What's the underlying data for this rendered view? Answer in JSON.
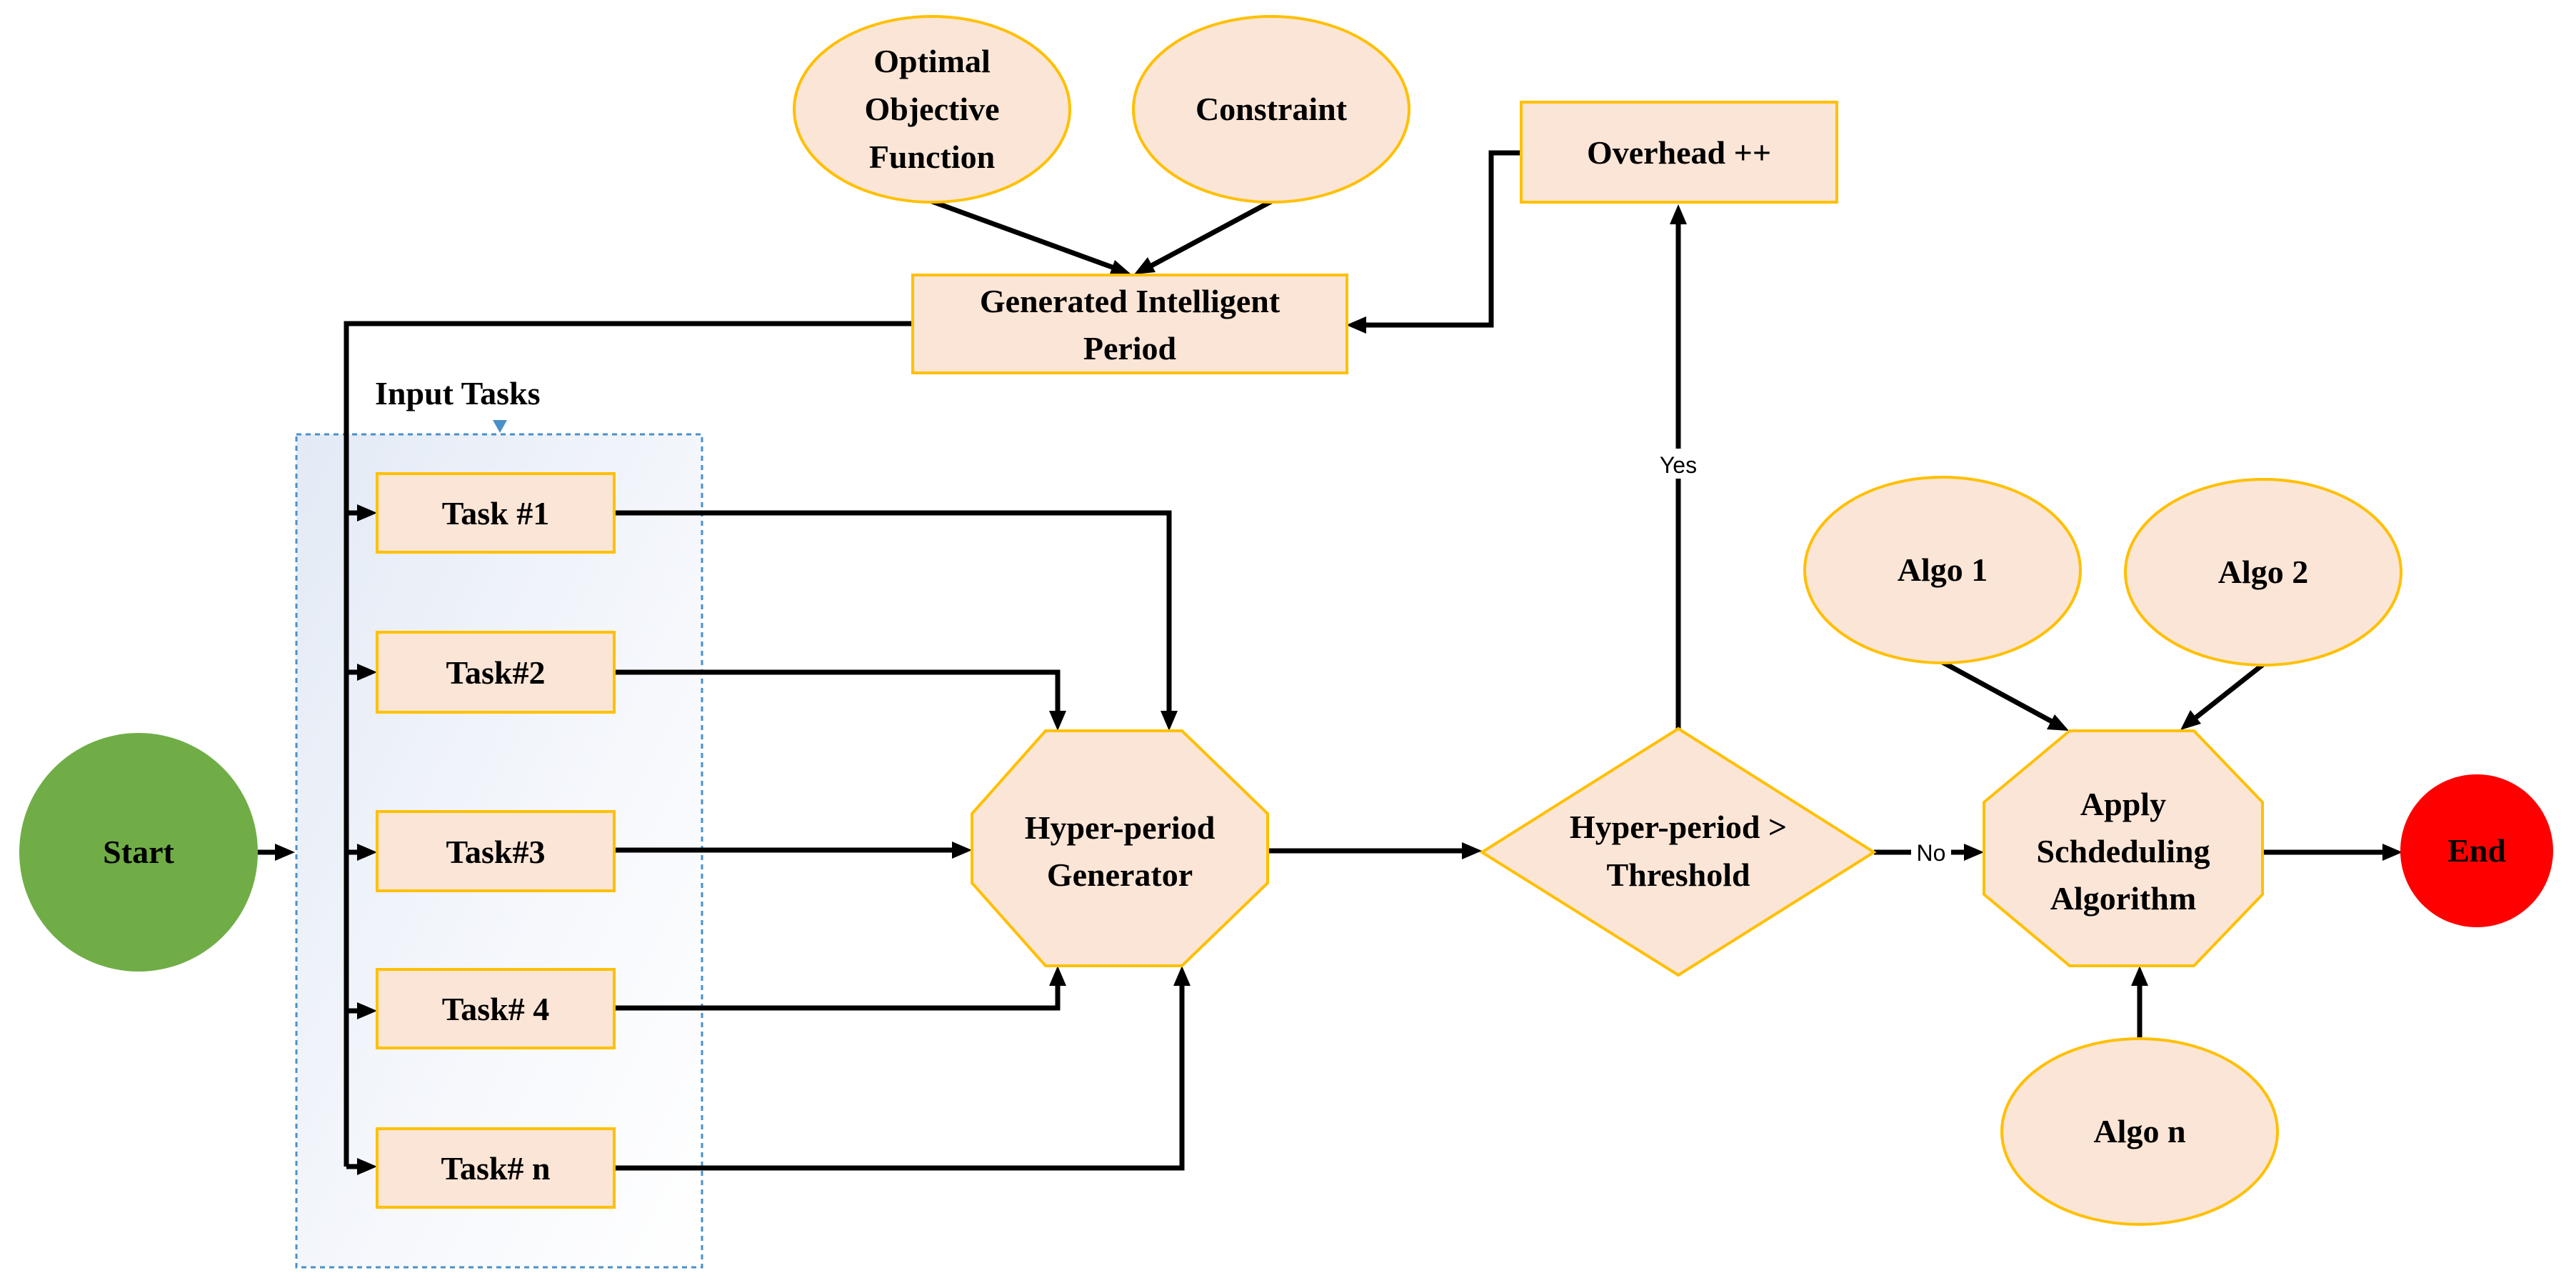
{
  "diagram": {
    "nodes": {
      "start": "Start",
      "end": "End",
      "optimal_objective": [
        "Optimal",
        "Objective",
        "Function"
      ],
      "constraint": "Constraint",
      "overhead": "Overhead ++",
      "generated_period": [
        "Generated Intelligent",
        "Period"
      ],
      "input_tasks_label": "Input Tasks",
      "tasks": [
        "Task #1",
        "Task#2",
        "Task#3",
        "Task# 4",
        "Task# n"
      ],
      "hyper_period_generator": [
        "Hyper-period",
        "Generator"
      ],
      "decision": [
        "Hyper-period >",
        "Threshold"
      ],
      "apply_scheduling": [
        "Apply",
        "Schdeduling",
        "Algorithm"
      ],
      "algo_1": "Algo 1",
      "algo_2": "Algo 2",
      "algo_n": "Algo n"
    },
    "edge_labels": {
      "yes": "Yes",
      "no": "No"
    },
    "colors": {
      "start_fill": "#70AD47",
      "end_fill": "#FF0000",
      "node_fill": "#FBE5D6",
      "node_border": "#FFC000",
      "group_border": "#4A90C8",
      "edge": "#000000"
    }
  }
}
